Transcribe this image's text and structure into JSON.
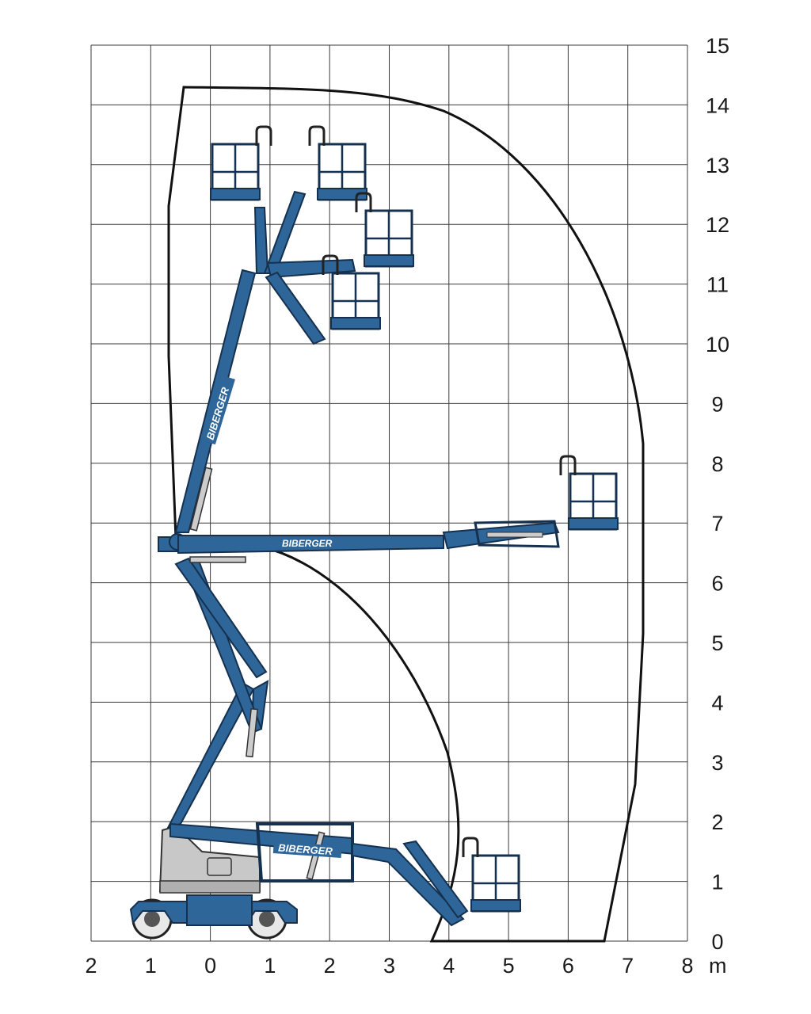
{
  "chart_data": {
    "type": "diagram",
    "x_ticks": [
      "2",
      "1",
      "0",
      "1",
      "2",
      "3",
      "4",
      "5",
      "6",
      "7",
      "8"
    ],
    "x_unit": "m",
    "y_ticks": [
      "0",
      "1",
      "2",
      "3",
      "4",
      "5",
      "6",
      "7",
      "8",
      "9",
      "10",
      "11",
      "12",
      "13",
      "14",
      "15"
    ],
    "xlim": [
      -2,
      8
    ],
    "ylim": [
      0,
      15
    ],
    "grid": true
  },
  "branding": {
    "boom_label_main": "BIBERGER",
    "boom_label_horizontal": "BIBERGER",
    "boom_label_lower": "BIBERGER"
  },
  "colors": {
    "machine_blue": "#2e6699",
    "machine_dark": "#1e4c78",
    "chassis_gray": "#c8c8c8",
    "envelope": "#111111",
    "grid": "#3a3a3a"
  }
}
